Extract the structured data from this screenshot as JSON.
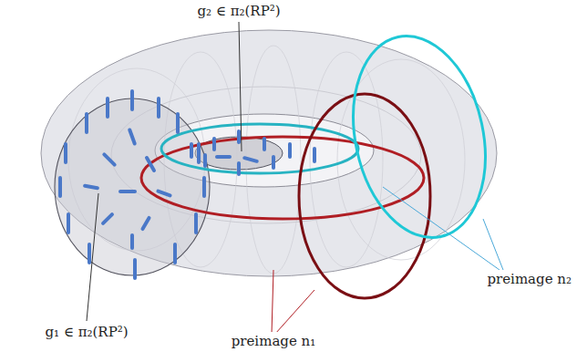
{
  "diagram": {
    "labels": [
      "g₂ ∈ π₂(RP²)",
      "g₁ ∈ π₂(RP²)",
      "preimage n₂",
      "preimage n₁"
    ]
  }
}
